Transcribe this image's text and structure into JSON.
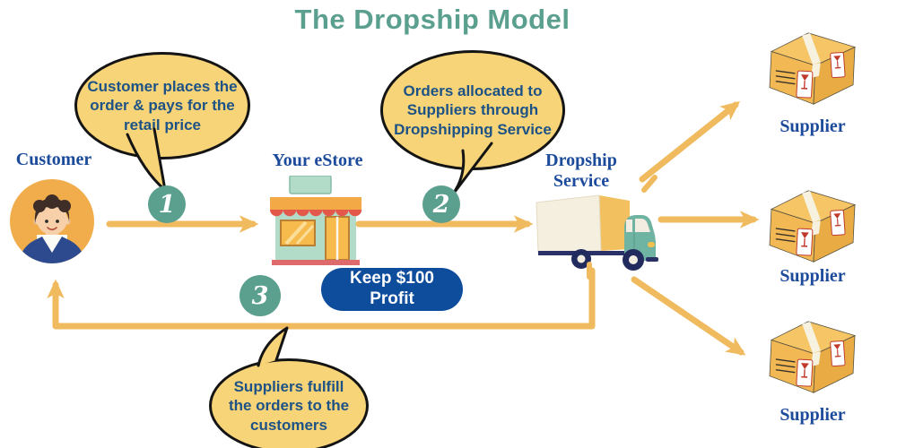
{
  "title": "The Dropship Model",
  "steps": {
    "one": "1",
    "two": "2",
    "three": "3"
  },
  "bubbles": {
    "order": "Customer places the order & pays for the retail price",
    "allocate": "Orders allocated to Suppliers through Dropshipping Service",
    "fulfill": "Suppliers fulfill the orders to the customers"
  },
  "nodes": {
    "customer": "Customer",
    "estore": "Your eStore",
    "dropship": "Dropship Service",
    "suppliers": [
      "Supplier",
      "Supplier",
      "Supplier"
    ]
  },
  "badge": {
    "profit": "Keep $100 Profit"
  },
  "icons": {
    "customer": "person-avatar-icon",
    "estore": "storefront-icon",
    "dropship": "delivery-truck-icon",
    "supplier": "package-box-icon"
  },
  "colors": {
    "title_teal": "#5B9F8F",
    "bubble_yellow": "#F8D478",
    "bubble_outline": "#141414",
    "arrow_yellow": "#F0BA5E",
    "bubble_text_blue": "#1D5286",
    "label_blue": "#1C4B9C",
    "badge_blue": "#0E4C9C",
    "step_circle_teal": "#5B9F8F"
  }
}
